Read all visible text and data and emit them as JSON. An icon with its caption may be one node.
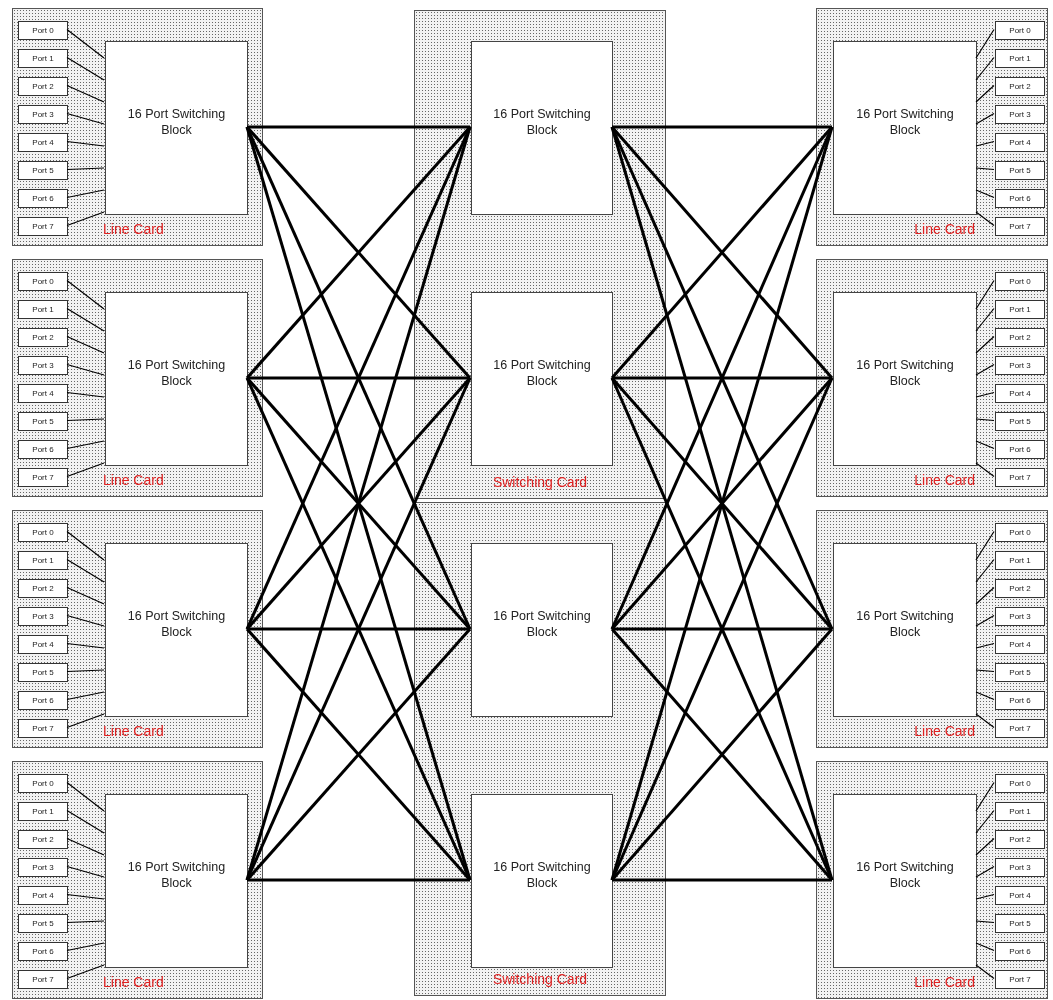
{
  "diagram": {
    "nodes": [
      {
        "text": [
          "Line Card"
        ]
      },
      {
        "text": [
          "Port 0"
        ],
        "in": 0
      },
      {
        "text": [
          "Port 1"
        ],
        "in": 0
      },
      {
        "text": [
          "Port 2"
        ],
        "in": 0
      },
      {
        "text": [
          "Port 3"
        ],
        "in": 0
      },
      {
        "text": [
          "Port 4"
        ],
        "in": 0
      },
      {
        "text": [
          "Port 5"
        ],
        "in": 0
      },
      {
        "text": [
          "Port 6"
        ],
        "in": 0
      },
      {
        "text": [
          "Port 7"
        ],
        "in": 0
      },
      {
        "text": [
          "16 Port Switching Block"
        ],
        "in": 0
      },
      {
        "text": [
          "Line Card"
        ]
      },
      {
        "text": [
          "Port 0"
        ],
        "in": 10
      },
      {
        "text": [
          "Port 1"
        ],
        "in": 10
      },
      {
        "text": [
          "Port 2"
        ],
        "in": 10
      },
      {
        "text": [
          "Port 3"
        ],
        "in": 10
      },
      {
        "text": [
          "Port 4"
        ],
        "in": 10
      },
      {
        "text": [
          "Port 5"
        ],
        "in": 10
      },
      {
        "text": [
          "Port 6"
        ],
        "in": 10
      },
      {
        "text": [
          "Port 7"
        ],
        "in": 10
      },
      {
        "text": [
          "16 Port Switching Block"
        ],
        "in": 10
      },
      {
        "text": [
          "Line Card"
        ]
      },
      {
        "text": [
          "Port 0"
        ],
        "in": 20
      },
      {
        "text": [
          "Port 1"
        ],
        "in": 20
      },
      {
        "text": [
          "Port 2"
        ],
        "in": 20
      },
      {
        "text": [
          "Port 3"
        ],
        "in": 20
      },
      {
        "text": [
          "Port 4"
        ],
        "in": 20
      },
      {
        "text": [
          "Port 5"
        ],
        "in": 20
      },
      {
        "text": [
          "Port 6"
        ],
        "in": 20
      },
      {
        "text": [
          "Port 7"
        ],
        "in": 20
      },
      {
        "text": [
          "16 Port Switching Block"
        ],
        "in": 20
      },
      {
        "text": [
          "Line Card"
        ]
      },
      {
        "text": [
          "Port 0"
        ],
        "in": 30
      },
      {
        "text": [
          "Port 1"
        ],
        "in": 30
      },
      {
        "text": [
          "Port 2"
        ],
        "in": 30
      },
      {
        "text": [
          "Port 3"
        ],
        "in": 30
      },
      {
        "text": [
          "Port 4"
        ],
        "in": 30
      },
      {
        "text": [
          "Port 5"
        ],
        "in": 30
      },
      {
        "text": [
          "Port 6"
        ],
        "in": 30
      },
      {
        "text": [
          "Port 7"
        ],
        "in": 30
      },
      {
        "text": [
          "16 Port Switching Block"
        ],
        "in": 30
      },
      {
        "text": [
          "Switching Card"
        ]
      },
      {
        "text": [
          "16 Port Switching Block"
        ],
        "in": 40
      },
      {
        "text": [
          "16 Port Switching Block"
        ],
        "in": 40
      },
      {
        "text": [
          "Switching Card"
        ]
      },
      {
        "text": [
          "16 Port Switching Block"
        ],
        "in": 43
      },
      {
        "text": [
          "16 Port Switching Block"
        ],
        "in": 43
      },
      {
        "text": [
          "Line Card"
        ]
      },
      {
        "text": [
          "Port 0"
        ],
        "in": 46
      },
      {
        "text": [
          "Port 1"
        ],
        "in": 46
      },
      {
        "text": [
          "Port 2"
        ],
        "in": 46
      },
      {
        "text": [
          "Port 3"
        ],
        "in": 46
      },
      {
        "text": [
          "Port 4"
        ],
        "in": 46
      },
      {
        "text": [
          "Port 5"
        ],
        "in": 46
      },
      {
        "text": [
          "Port 6"
        ],
        "in": 46
      },
      {
        "text": [
          "Port 7"
        ],
        "in": 46
      },
      {
        "text": [
          "16 Port Switching Block"
        ],
        "in": 46
      },
      {
        "text": [
          "Line Card"
        ]
      },
      {
        "text": [
          "Port 0"
        ],
        "in": 56
      },
      {
        "text": [
          "Port 1"
        ],
        "in": 56
      },
      {
        "text": [
          "Port 2"
        ],
        "in": 56
      },
      {
        "text": [
          "Port 3"
        ],
        "in": 56
      },
      {
        "text": [
          "Port 4"
        ],
        "in": 56
      },
      {
        "text": [
          "Port 5"
        ],
        "in": 56
      },
      {
        "text": [
          "Port 6"
        ],
        "in": 56
      },
      {
        "text": [
          "Port 7"
        ],
        "in": 56
      },
      {
        "text": [
          "16 Port Switching Block"
        ],
        "in": 56
      },
      {
        "text": [
          "Line Card"
        ]
      },
      {
        "text": [
          "Port 0"
        ],
        "in": 66
      },
      {
        "text": [
          "Port 1"
        ],
        "in": 66
      },
      {
        "text": [
          "Port 2"
        ],
        "in": 66
      },
      {
        "text": [
          "Port 3"
        ],
        "in": 66
      },
      {
        "text": [
          "Port 4"
        ],
        "in": 66
      },
      {
        "text": [
          "Port 5"
        ],
        "in": 66
      },
      {
        "text": [
          "Port 6"
        ],
        "in": 66
      },
      {
        "text": [
          "Port 7"
        ],
        "in": 66
      },
      {
        "text": [
          "16 Port Switching Block"
        ],
        "in": 66
      },
      {
        "text": [
          "Line Card"
        ]
      },
      {
        "text": [
          "Port 0"
        ],
        "in": 76
      },
      {
        "text": [
          "Port 1"
        ],
        "in": 76
      },
      {
        "text": [
          "Port 2"
        ],
        "in": 76
      },
      {
        "text": [
          "Port 3"
        ],
        "in": 76
      },
      {
        "text": [
          "Port 4"
        ],
        "in": 76
      },
      {
        "text": [
          "Port 5"
        ],
        "in": 76
      },
      {
        "text": [
          "Port 6"
        ],
        "in": 76
      },
      {
        "text": [
          "Port 7"
        ],
        "in": 76
      },
      {
        "text": [
          "16 Port Switching Block"
        ],
        "in": 76
      }
    ],
    "edges": [
      {
        "from": 1,
        "to": 9,
        "arrow": "none"
      },
      {
        "from": 2,
        "to": 9,
        "arrow": "none"
      },
      {
        "from": 3,
        "to": 9,
        "arrow": "none"
      },
      {
        "from": 4,
        "to": 9,
        "arrow": "none"
      },
      {
        "from": 5,
        "to": 9,
        "arrow": "none"
      },
      {
        "from": 6,
        "to": 9,
        "arrow": "none"
      },
      {
        "from": 7,
        "to": 9,
        "arrow": "none"
      },
      {
        "from": 8,
        "to": 9,
        "arrow": "none"
      },
      {
        "from": 11,
        "to": 19,
        "arrow": "none"
      },
      {
        "from": 12,
        "to": 19,
        "arrow": "none"
      },
      {
        "from": 13,
        "to": 19,
        "arrow": "none"
      },
      {
        "from": 14,
        "to": 19,
        "arrow": "none"
      },
      {
        "from": 15,
        "to": 19,
        "arrow": "none"
      },
      {
        "from": 16,
        "to": 19,
        "arrow": "none"
      },
      {
        "from": 17,
        "to": 19,
        "arrow": "none"
      },
      {
        "from": 18,
        "to": 19,
        "arrow": "none"
      },
      {
        "from": 21,
        "to": 29,
        "arrow": "none"
      },
      {
        "from": 22,
        "to": 29,
        "arrow": "none"
      },
      {
        "from": 23,
        "to": 29,
        "arrow": "none"
      },
      {
        "from": 24,
        "to": 29,
        "arrow": "none"
      },
      {
        "from": 25,
        "to": 29,
        "arrow": "none"
      },
      {
        "from": 26,
        "to": 29,
        "arrow": "none"
      },
      {
        "from": 27,
        "to": 29,
        "arrow": "none"
      },
      {
        "from": 28,
        "to": 29,
        "arrow": "none"
      },
      {
        "from": 31,
        "to": 39,
        "arrow": "none"
      },
      {
        "from": 32,
        "to": 39,
        "arrow": "none"
      },
      {
        "from": 33,
        "to": 39,
        "arrow": "none"
      },
      {
        "from": 34,
        "to": 39,
        "arrow": "none"
      },
      {
        "from": 35,
        "to": 39,
        "arrow": "none"
      },
      {
        "from": 36,
        "to": 39,
        "arrow": "none"
      },
      {
        "from": 37,
        "to": 39,
        "arrow": "none"
      },
      {
        "from": 38,
        "to": 39,
        "arrow": "none"
      },
      {
        "from": 9,
        "to": 41,
        "arrow": "none",
        "style": "thick"
      },
      {
        "from": 9,
        "to": 42,
        "arrow": "none",
        "style": "thick"
      },
      {
        "from": 9,
        "to": 44,
        "arrow": "none",
        "style": "thick"
      },
      {
        "from": 9,
        "to": 45,
        "arrow": "none",
        "style": "thick"
      },
      {
        "from": 19,
        "to": 41,
        "arrow": "none",
        "style": "thick"
      },
      {
        "from": 19,
        "to": 42,
        "arrow": "none",
        "style": "thick"
      },
      {
        "from": 19,
        "to": 44,
        "arrow": "none",
        "style": "thick"
      },
      {
        "from": 19,
        "to": 45,
        "arrow": "none",
        "style": "thick"
      },
      {
        "from": 29,
        "to": 41,
        "arrow": "none",
        "style": "thick"
      },
      {
        "from": 29,
        "to": 42,
        "arrow": "none",
        "style": "thick"
      },
      {
        "from": 29,
        "to": 44,
        "arrow": "none",
        "style": "thick"
      },
      {
        "from": 29,
        "to": 45,
        "arrow": "none",
        "style": "thick"
      },
      {
        "from": 39,
        "to": 41,
        "arrow": "none",
        "style": "thick"
      },
      {
        "from": 39,
        "to": 42,
        "arrow": "none",
        "style": "thick"
      },
      {
        "from": 39,
        "to": 44,
        "arrow": "none",
        "style": "thick"
      },
      {
        "from": 39,
        "to": 45,
        "arrow": "none",
        "style": "thick"
      },
      {
        "from": 41,
        "to": 55,
        "arrow": "none",
        "style": "thick"
      },
      {
        "from": 41,
        "to": 65,
        "arrow": "none",
        "style": "thick"
      },
      {
        "from": 41,
        "to": 75,
        "arrow": "none",
        "style": "thick"
      },
      {
        "from": 41,
        "to": 85,
        "arrow": "none",
        "style": "thick"
      },
      {
        "from": 42,
        "to": 55,
        "arrow": "none",
        "style": "thick"
      },
      {
        "from": 42,
        "to": 65,
        "arrow": "none",
        "style": "thick"
      },
      {
        "from": 42,
        "to": 75,
        "arrow": "none",
        "style": "thick"
      },
      {
        "from": 42,
        "to": 85,
        "arrow": "none",
        "style": "thick"
      },
      {
        "from": 44,
        "to": 55,
        "arrow": "none",
        "style": "thick"
      },
      {
        "from": 44,
        "to": 65,
        "arrow": "none",
        "style": "thick"
      },
      {
        "from": 44,
        "to": 75,
        "arrow": "none",
        "style": "thick"
      },
      {
        "from": 44,
        "to": 85,
        "arrow": "none",
        "style": "thick"
      },
      {
        "from": 45,
        "to": 55,
        "arrow": "none",
        "style": "thick"
      },
      {
        "from": 45,
        "to": 65,
        "arrow": "none",
        "style": "thick"
      },
      {
        "from": 45,
        "to": 75,
        "arrow": "none",
        "style": "thick"
      },
      {
        "from": 45,
        "to": 85,
        "arrow": "none",
        "style": "thick"
      },
      {
        "from": 47,
        "to": 55,
        "arrow": "none"
      },
      {
        "from": 48,
        "to": 55,
        "arrow": "none"
      },
      {
        "from": 49,
        "to": 55,
        "arrow": "none"
      },
      {
        "from": 50,
        "to": 55,
        "arrow": "none"
      },
      {
        "from": 51,
        "to": 55,
        "arrow": "none"
      },
      {
        "from": 52,
        "to": 55,
        "arrow": "none"
      },
      {
        "from": 53,
        "to": 55,
        "arrow": "none"
      },
      {
        "from": 54,
        "to": 55,
        "arrow": "none"
      },
      {
        "from": 57,
        "to": 65,
        "arrow": "none"
      },
      {
        "from": 58,
        "to": 65,
        "arrow": "none"
      },
      {
        "from": 59,
        "to": 65,
        "arrow": "none"
      },
      {
        "from": 60,
        "to": 65,
        "arrow": "none"
      },
      {
        "from": 61,
        "to": 65,
        "arrow": "none"
      },
      {
        "from": 62,
        "to": 65,
        "arrow": "none"
      },
      {
        "from": 63,
        "to": 65,
        "arrow": "none"
      },
      {
        "from": 64,
        "to": 65,
        "arrow": "none"
      },
      {
        "from": 67,
        "to": 75,
        "arrow": "none"
      },
      {
        "from": 68,
        "to": 75,
        "arrow": "none"
      },
      {
        "from": 69,
        "to": 75,
        "arrow": "none"
      },
      {
        "from": 70,
        "to": 75,
        "arrow": "none"
      },
      {
        "from": 71,
        "to": 75,
        "arrow": "none"
      },
      {
        "from": 72,
        "to": 75,
        "arrow": "none"
      },
      {
        "from": 73,
        "to": 75,
        "arrow": "none"
      },
      {
        "from": 74,
        "to": 75,
        "arrow": "none"
      },
      {
        "from": 77,
        "to": 85,
        "arrow": "none"
      },
      {
        "from": 78,
        "to": 85,
        "arrow": "none"
      },
      {
        "from": 79,
        "to": 85,
        "arrow": "none"
      },
      {
        "from": 80,
        "to": 85,
        "arrow": "none"
      },
      {
        "from": 81,
        "to": 85,
        "arrow": "none"
      },
      {
        "from": 82,
        "to": 85,
        "arrow": "none"
      },
      {
        "from": 83,
        "to": 85,
        "arrow": "none"
      },
      {
        "from": 84,
        "to": 85,
        "arrow": "none"
      }
    ]
  }
}
